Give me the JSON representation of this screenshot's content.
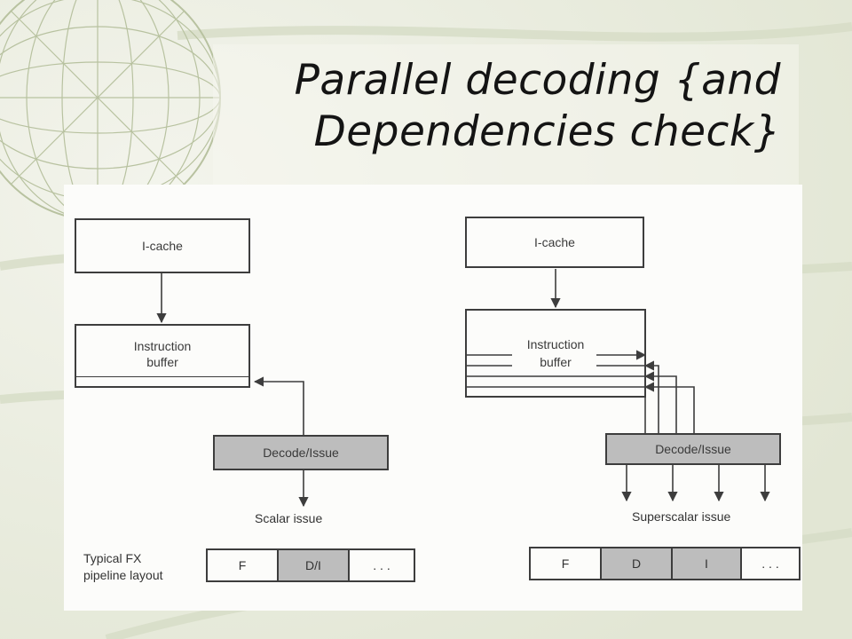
{
  "slide": {
    "title_line1": "Parallel decoding {and",
    "title_line2": "Dependencies check}"
  },
  "left": {
    "icache": "I-cache",
    "buffer_line1": "Instruction",
    "buffer_line2": "buffer",
    "decode": "Decode/Issue",
    "issue": "Scalar issue",
    "pipeline_label_line1": "Typical FX",
    "pipeline_label_line2": "pipeline layout",
    "stages": [
      "F",
      "D/I",
      ". . ."
    ]
  },
  "right": {
    "icache": "I-cache",
    "buffer_line1": "Instruction",
    "buffer_line2": "buffer",
    "decode": "Decode/Issue",
    "issue": "Superscalar issue",
    "stages": [
      "F",
      "D",
      "I",
      ". . ."
    ]
  }
}
